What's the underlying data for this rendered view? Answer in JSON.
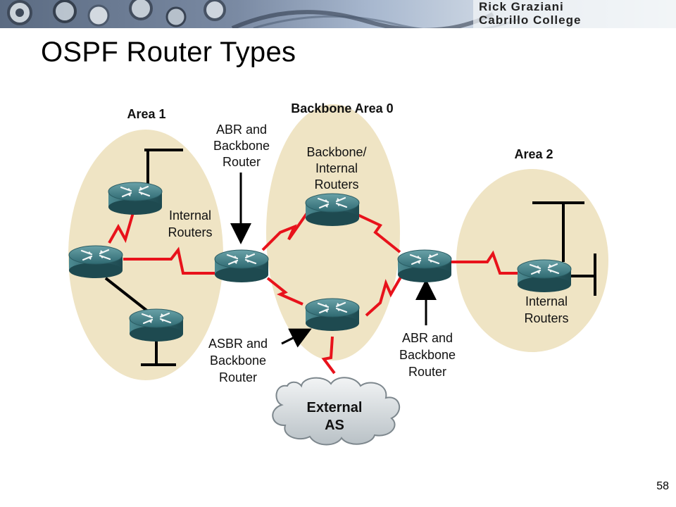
{
  "slide": {
    "title": "OSPF Router Types",
    "page_number": "58",
    "banner": {
      "author": "Rick Graziani",
      "institution": "Cabrillo College"
    }
  },
  "diagram": {
    "areas": {
      "area1": "Area 1",
      "backbone": "Backbone Area 0",
      "area2": "Area 2"
    },
    "labels": {
      "abr_top": [
        "ABR and",
        "Backbone",
        "Router"
      ],
      "backbone_internal": [
        "Backbone/",
        "Internal",
        "Routers"
      ],
      "internal_area1": [
        "Internal",
        "Routers"
      ],
      "internal_area2": [
        "Internal",
        "Routers"
      ],
      "asbr": [
        "ASBR and",
        "Backbone",
        "Router"
      ],
      "abr_bottom": [
        "ABR and",
        "Backbone",
        "Router"
      ],
      "external": [
        "External",
        "AS"
      ]
    },
    "colors": {
      "area_fill": "#efe4c4",
      "link_red": "#e8121b",
      "router": "#3f7a82",
      "cloud": "#d8dde0"
    }
  }
}
